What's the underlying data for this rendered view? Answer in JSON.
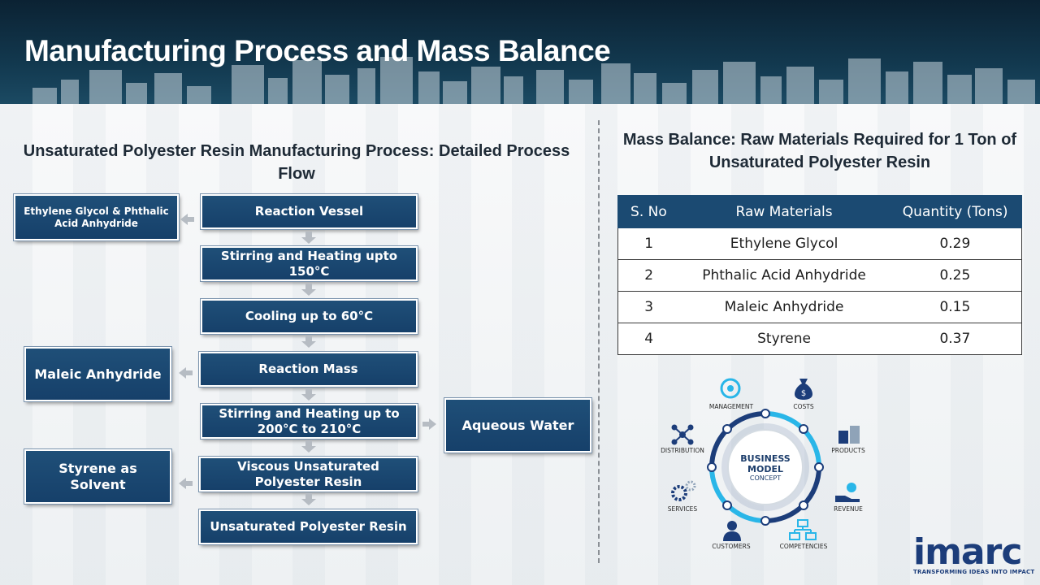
{
  "header": {
    "title": "Manufacturing Process and Mass Balance"
  },
  "process": {
    "title": "Unsaturated Polyester Resin Manufacturing Process: Detailed Process Flow",
    "steps": [
      "Reaction Vessel",
      "Stirring and Heating upto 150°C",
      "Cooling up to 60°C",
      "Reaction Mass",
      "Stirring and Heating up to 200°C to 210°C",
      "Viscous Unsaturated Polyester Resin",
      "Unsaturated Polyester Resin"
    ],
    "inputs": {
      "ethylene": "Ethylene Glycol & Phthalic Acid Anhydride",
      "maleic": "Maleic Anhydride",
      "styrene": "Styrene as Solvent"
    },
    "output": {
      "water": "Aqueous Water"
    }
  },
  "mass_balance": {
    "title": "Mass Balance: Raw Materials Required for 1 Ton of Unsaturated Polyester Resin",
    "headers": [
      "S. No",
      "Raw Materials",
      "Quantity (Tons)"
    ],
    "rows": [
      [
        "1",
        "Ethylene Glycol",
        "0.29"
      ],
      [
        "2",
        "Phthalic Acid Anhydride",
        "0.25"
      ],
      [
        "3",
        "Maleic Anhydride",
        "0.15"
      ],
      [
        "4",
        "Styrene",
        "0.37"
      ]
    ]
  },
  "business_model": {
    "center_line1": "BUSINESS",
    "center_line2": "MODEL",
    "center_line3": "CONCEPT",
    "labels": {
      "management": "MANAGEMENT",
      "costs": "COSTS",
      "products": "PRODUCTS",
      "revenue": "REVENUE",
      "competencies": "COMPETENCIES",
      "customers": "CUSTOMERS",
      "services": "SERVICES",
      "distribution": "DISTRIBUTION"
    }
  },
  "logo": {
    "name": "imarc",
    "tagline": "TRANSFORMING IDEAS INTO IMPACT"
  },
  "colors": {
    "box": "#1b4a72",
    "header": "#12384e",
    "accent": "#29b6e8"
  }
}
